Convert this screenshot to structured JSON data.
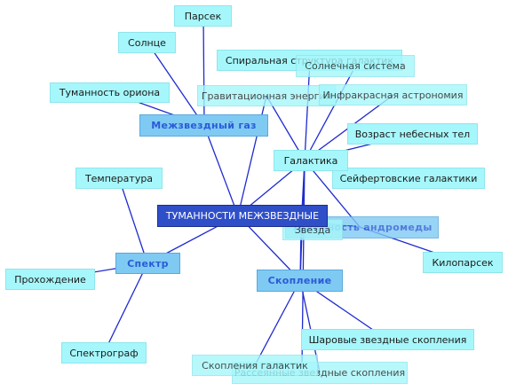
{
  "diagram": {
    "root": "ТУМАННОСТИ МЕЖЗВЕЗДНЫЕ",
    "mids": {
      "gas": "Межзвездный газ",
      "spectrum": "Спектр",
      "galaxy": "Галактика",
      "cluster": "Скопление",
      "andromeda": "Туманность андромеды"
    },
    "leaves": {
      "parsec": "Парсек",
      "sun": "Солнце",
      "spiral": "Спиральная структура галактик",
      "solar_system": "Солнечная система",
      "orion": "Туманность ориона",
      "grav_energy": "Гравитационная энергия",
      "infrared": "Инфракрасная астрономия",
      "age": "Возраст небесных тел",
      "temperature": "Температура",
      "seyfert": "Сейфертовские галактики",
      "star": "Звезда",
      "kiloparsec": "Килопарсек",
      "passage": "Прохождение",
      "spectrograph": "Спектрограф",
      "globular": "Шаровые звездные скопления",
      "galaxy_clusters": "Скопления галактик",
      "open_clusters": "Рассеянные звездные скопления"
    }
  }
}
